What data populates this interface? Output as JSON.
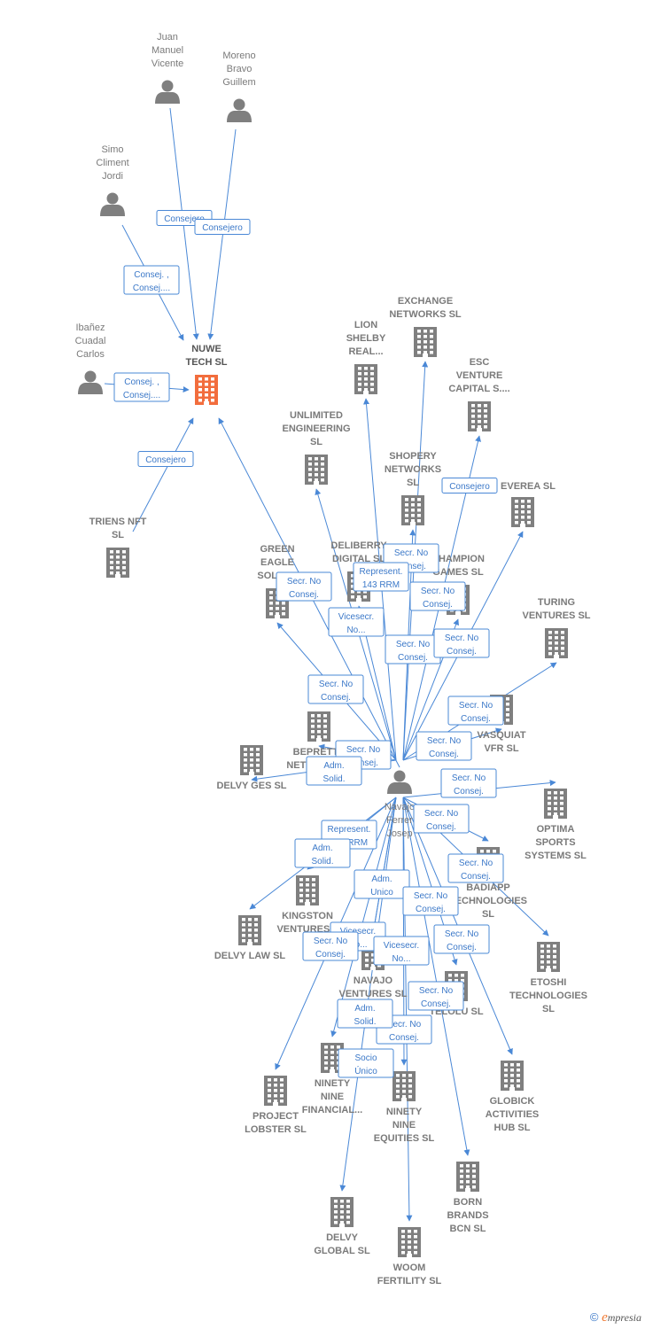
{
  "colors": {
    "edge": "#4a88d6",
    "node": "#7f7f7f",
    "focus": "#f26d3d",
    "label": "#7a7a7a"
  },
  "nodes": [
    {
      "id": "juan",
      "type": "person",
      "lines": [
        "Juan",
        "Manuel",
        "Vicente"
      ]
    },
    {
      "id": "moreno",
      "type": "person",
      "lines": [
        "Moreno",
        "Bravo",
        "Guillem"
      ]
    },
    {
      "id": "simo",
      "type": "person",
      "lines": [
        "Simo",
        "Climent",
        "Jordi"
      ]
    },
    {
      "id": "ibanez",
      "type": "person",
      "lines": [
        "Ibañez",
        "Cuadal",
        "Carlos"
      ]
    },
    {
      "id": "nuwe",
      "type": "company",
      "focus": true,
      "lines": [
        "NUWE",
        "TECH  SL"
      ]
    },
    {
      "id": "triens",
      "type": "company",
      "lines": [
        "TRIENS NFT",
        "SL"
      ]
    },
    {
      "id": "exchange",
      "type": "company",
      "lines": [
        "EXCHANGE",
        "NETWORKS SL"
      ]
    },
    {
      "id": "lion",
      "type": "company",
      "lines": [
        "LION",
        "SHELBY",
        "REAL..."
      ]
    },
    {
      "id": "esc",
      "type": "company",
      "lines": [
        "ESC",
        "VENTURE",
        "CAPITAL S...."
      ]
    },
    {
      "id": "unlimited",
      "type": "company",
      "lines": [
        "UNLIMITED",
        "ENGINEERING",
        "SL"
      ]
    },
    {
      "id": "shopery",
      "type": "company",
      "lines": [
        "SHOPERY",
        "NETWORKS",
        "SL"
      ]
    },
    {
      "id": "everea",
      "type": "company",
      "lines": [
        "EVEREA  SL"
      ]
    },
    {
      "id": "deliberry",
      "type": "company",
      "lines": [
        "DELIBERRY",
        "DIGITAL  SL"
      ]
    },
    {
      "id": "champion",
      "type": "company",
      "lines": [
        "CHAMPION",
        "GAMES  SL"
      ]
    },
    {
      "id": "green",
      "type": "company",
      "lines": [
        "GREEN",
        "EAGLE",
        "SOLUT..."
      ]
    },
    {
      "id": "turing",
      "type": "company",
      "lines": [
        "TURING",
        "VENTURES  SL"
      ]
    },
    {
      "id": "vasquiat",
      "type": "company",
      "lines": [
        "VASQUIAT",
        "VFR  SL"
      ]
    },
    {
      "id": "bepretty",
      "type": "company",
      "lines": [
        "BEPRETTY",
        "NETWORKS..."
      ]
    },
    {
      "id": "delvyges",
      "type": "company",
      "lines": [
        "DELVY GES  SL"
      ]
    },
    {
      "id": "navajo",
      "type": "person",
      "lines": [
        "Navajo",
        "Ferrer",
        "Josep"
      ]
    },
    {
      "id": "optima",
      "type": "company",
      "lines": [
        "OPTIMA",
        "SPORTS",
        "SYSTEMS  SL"
      ]
    },
    {
      "id": "badiapp",
      "type": "company",
      "lines": [
        "BADIAPP",
        "TECHNOLOGIES",
        "SL"
      ]
    },
    {
      "id": "kingston",
      "type": "company",
      "lines": [
        "KINGSTON",
        "VENTURES..."
      ]
    },
    {
      "id": "delvylaw",
      "type": "company",
      "lines": [
        "DELVY LAW  SL"
      ]
    },
    {
      "id": "etoshi",
      "type": "company",
      "lines": [
        "ETOSHI",
        "TECHNOLOGIES",
        "SL"
      ]
    },
    {
      "id": "navajov",
      "type": "company",
      "lines": [
        "NAVAJO",
        "VENTURES  SL"
      ]
    },
    {
      "id": "telolu",
      "type": "company",
      "lines": [
        "TELOLU  SL"
      ]
    },
    {
      "id": "ninetyfin",
      "type": "company",
      "lines": [
        "NINETY",
        "NINE",
        "FINANCIAL..."
      ]
    },
    {
      "id": "project",
      "type": "company",
      "lines": [
        "PROJECT",
        "LOBSTER  SL"
      ]
    },
    {
      "id": "globick",
      "type": "company",
      "lines": [
        "GLOBICK",
        "ACTIVITIES",
        "HUB  SL"
      ]
    },
    {
      "id": "ninetyeq",
      "type": "company",
      "lines": [
        "NINETY",
        "NINE",
        "EQUITIES  SL"
      ]
    },
    {
      "id": "born",
      "type": "company",
      "lines": [
        "BORN",
        "BRANDS",
        "BCN  SL"
      ]
    },
    {
      "id": "delvyglobal",
      "type": "company",
      "lines": [
        "DELVY",
        "GLOBAL  SL"
      ]
    },
    {
      "id": "woom",
      "type": "company",
      "lines": [
        "WOOM",
        "FERTILITY  SL"
      ]
    }
  ],
  "edges": [
    {
      "from": "juan",
      "to": "nuwe",
      "label": [
        "Consejero"
      ]
    },
    {
      "from": "moreno",
      "to": "nuwe",
      "label": [
        "Consejero"
      ]
    },
    {
      "from": "simo",
      "to": "nuwe",
      "label": [
        "Consej. ,",
        "Consej...."
      ]
    },
    {
      "from": "ibanez",
      "to": "nuwe",
      "label": [
        "Consej. ,",
        "Consej...."
      ]
    },
    {
      "from": "triens",
      "to": "nuwe",
      "label": [
        "Consejero"
      ]
    },
    {
      "from": "navajo",
      "to": "nuwe",
      "label": []
    },
    {
      "from": "navajo",
      "to": "exchange",
      "label": [
        "Secr.  No",
        "Consej."
      ]
    },
    {
      "from": "navajo",
      "to": "lion",
      "label": [
        "Vicesecr.",
        "No..."
      ]
    },
    {
      "from": "navajo",
      "to": "esc",
      "label": [
        "Consejero"
      ]
    },
    {
      "from": "navajo",
      "to": "unlimited",
      "label": [
        "Secr.  No",
        "Consej."
      ]
    },
    {
      "from": "navajo",
      "to": "shopery",
      "label": [
        "Secr.  No",
        "Consej."
      ]
    },
    {
      "from": "navajo",
      "to": "everea",
      "label": [
        "Secr.  No",
        "Consej."
      ]
    },
    {
      "from": "navajo",
      "to": "deliberry",
      "label": [
        "Represent.",
        "143 RRM"
      ]
    },
    {
      "from": "navajo",
      "to": "champion",
      "label": [
        "Secr.  No",
        "Consej."
      ]
    },
    {
      "from": "navajo",
      "to": "green",
      "label": [
        "Secr.  No",
        "Consej."
      ]
    },
    {
      "from": "navajo",
      "to": "turing",
      "label": [
        "Secr.  No",
        "Consej."
      ]
    },
    {
      "from": "navajo",
      "to": "vasquiat",
      "label": [
        "Secr.  No",
        "Consej."
      ]
    },
    {
      "from": "navajo",
      "to": "bepretty",
      "label": [
        "Secr.  No",
        "Consej."
      ]
    },
    {
      "from": "navajo",
      "to": "delvyges",
      "label": [
        "Adm.",
        "Solid."
      ]
    },
    {
      "from": "navajo",
      "to": "optima",
      "label": [
        "Secr.  No",
        "Consej."
      ]
    },
    {
      "from": "navajo",
      "to": "badiapp",
      "label": [
        "Secr.  No",
        "Consej."
      ]
    },
    {
      "from": "navajo",
      "to": "kingston",
      "label": [
        "Represent.",
        "143 RRM"
      ]
    },
    {
      "from": "navajo",
      "to": "delvylaw",
      "label": [
        "Adm.",
        "Solid."
      ]
    },
    {
      "from": "navajo",
      "to": "etoshi",
      "label": [
        "Secr.  No",
        "Consej."
      ]
    },
    {
      "from": "navajo",
      "to": "navajov",
      "label": [
        "Adm.",
        "Unico"
      ]
    },
    {
      "from": "navajo",
      "to": "telolu",
      "label": [
        "Secr.  No",
        "Consej."
      ]
    },
    {
      "from": "navajo",
      "to": "ninetyfin",
      "label": [
        "Vicesecr.",
        "No..."
      ]
    },
    {
      "from": "navajo",
      "to": "project",
      "label": [
        "Secr.  No",
        "Consej."
      ]
    },
    {
      "from": "navajo",
      "to": "globick",
      "label": [
        "Secr.  No",
        "Consej."
      ]
    },
    {
      "from": "navajo",
      "to": "ninetyeq",
      "label": [
        "Secr.  No",
        "Consej."
      ]
    },
    {
      "from": "navajo",
      "to": "born",
      "label": [
        "Secr.  No",
        "Consej."
      ]
    },
    {
      "from": "navajo",
      "to": "delvyglobal",
      "label": [
        "Adm.",
        "Solid."
      ]
    },
    {
      "from": "navajo",
      "to": "woom",
      "label": [
        "Socio",
        "Único"
      ]
    },
    {
      "from": "navajo",
      "to": "navajov",
      "label": [
        "Vicesecr.",
        "No..."
      ]
    }
  ],
  "brand": {
    "symbol": "©",
    "initial": "e",
    "rest": "mpresia"
  }
}
